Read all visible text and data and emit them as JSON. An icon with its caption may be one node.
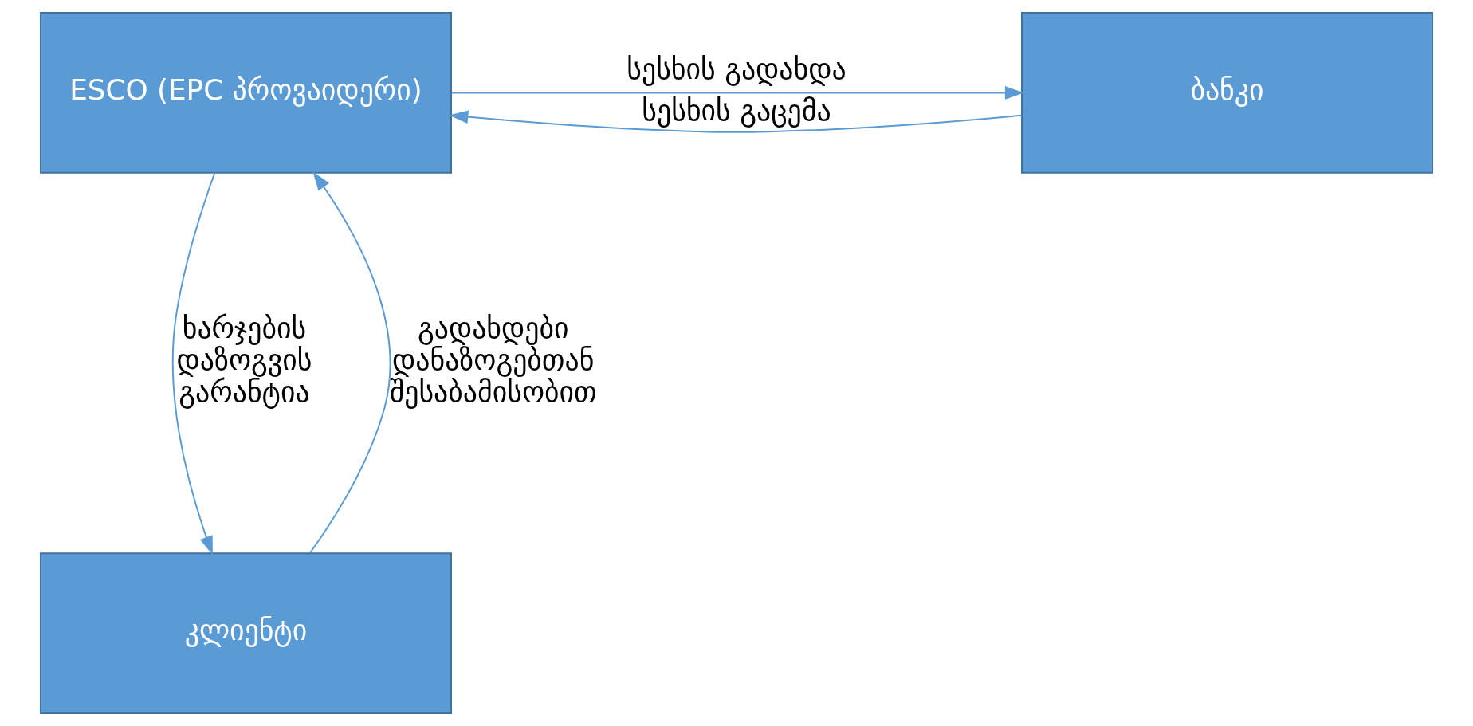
{
  "diagram": {
    "nodes": [
      {
        "text": [
          "ESCO (EPC პროვაიდერი)"
        ]
      },
      {
        "text": [
          "ბანკი"
        ]
      },
      {
        "text": [
          "კლიენტი"
        ]
      }
    ],
    "edges": [
      {
        "from": 0,
        "to": 1,
        "arrow": "to",
        "label": "სესხის გადახდა"
      },
      {
        "from": 1,
        "to": 0,
        "arrow": "to",
        "label": "სესხის გაცემა"
      },
      {
        "from": 2,
        "to": 0,
        "arrow": "to",
        "label": "გადახდები დანაზოგებთან შესაბამისობით"
      },
      {
        "from": 0,
        "to": 2,
        "arrow": "to",
        "label": "ხარჯების დაზოგვის გარანტია"
      }
    ]
  }
}
